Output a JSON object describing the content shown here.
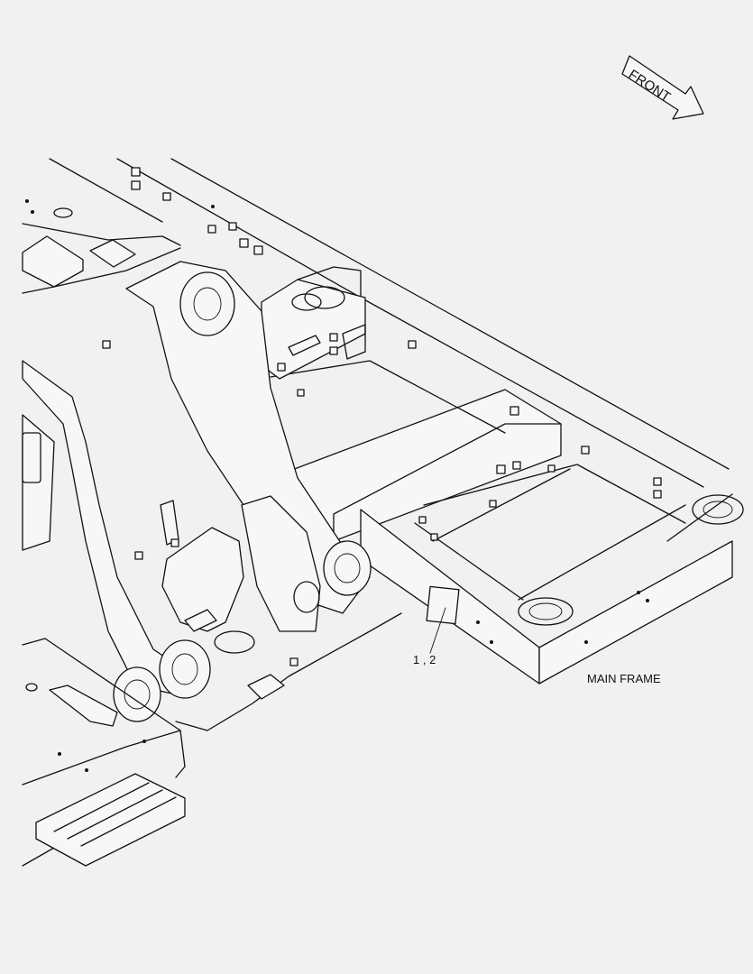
{
  "diagram": {
    "labels": {
      "front": "FRONT",
      "main_frame": "MAIN FRAME",
      "item_callout": "1 , 2"
    },
    "colors": {
      "background": "#f1f1f1",
      "line": "#111111"
    }
  }
}
